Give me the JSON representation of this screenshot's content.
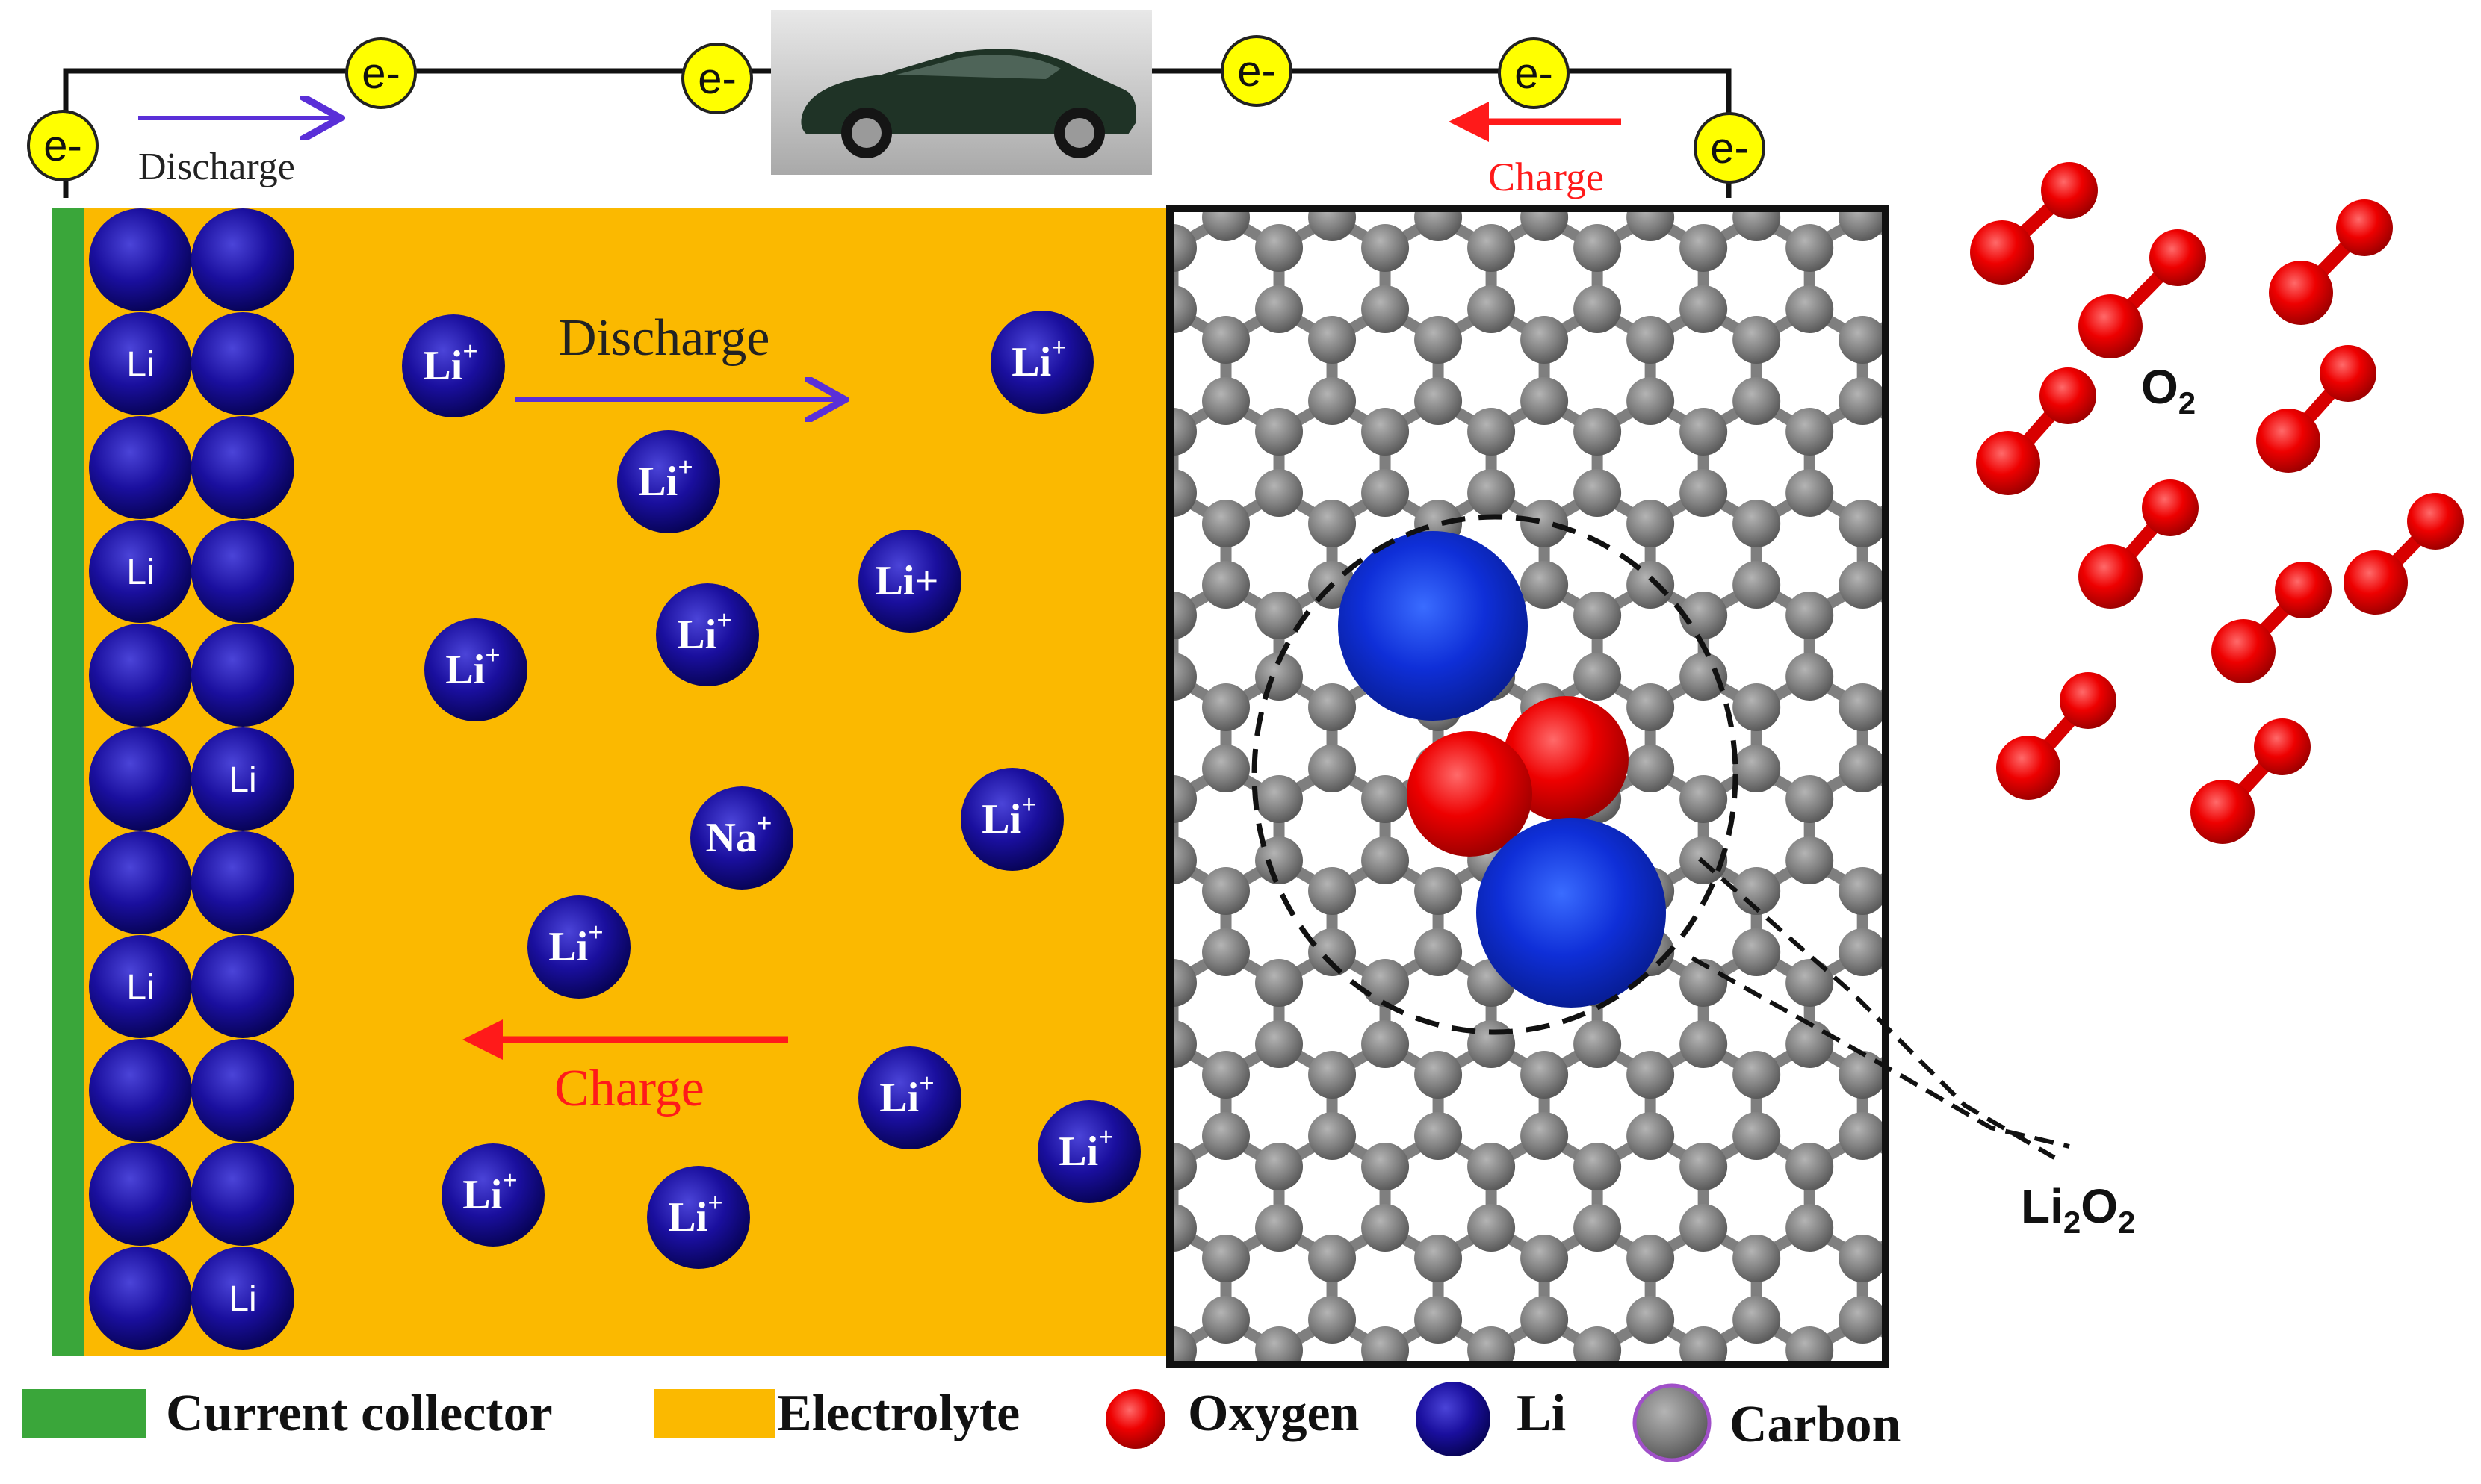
{
  "colors": {
    "current_collector": "#3aa63a",
    "electrolyte": "#fbb900",
    "electron": "#ffff00",
    "li_ball": "#1a0f9e",
    "li_big": "#0f2fd8",
    "oxygen": "#ee0000",
    "carbon": "#808080",
    "discharge_arrow": "#5a2fd8",
    "charge_arrow": "#ff1a1a"
  },
  "circuit": {
    "electron_label": "e-",
    "discharge_label": "Discharge",
    "charge_label": "Charge",
    "car_icon": "electric-car-icon"
  },
  "electrolyte_panel": {
    "discharge_label": "Discharge",
    "charge_label": "Charge",
    "anode_li_label": "Li",
    "ions": [
      {
        "text": "Li",
        "sup": "+"
      },
      {
        "text": "Li",
        "sup": "+"
      },
      {
        "text": "Li",
        "sup": "+"
      },
      {
        "text": "Li+",
        "sup": ""
      },
      {
        "text": "Li",
        "sup": "+"
      },
      {
        "text": "Li",
        "sup": "+"
      },
      {
        "text": "Na",
        "sup": "+"
      },
      {
        "text": "Li",
        "sup": "+"
      },
      {
        "text": "Li",
        "sup": "+"
      },
      {
        "text": "Li",
        "sup": "+"
      },
      {
        "text": "Li",
        "sup": "+"
      },
      {
        "text": "Li",
        "sup": "+"
      },
      {
        "text": "Li",
        "sup": "+"
      }
    ]
  },
  "cathode_panel": {
    "product_label": {
      "main": "Li",
      "sub1": "2",
      "mid": "O",
      "sub2": "2"
    }
  },
  "gas": {
    "label": {
      "main": "O",
      "sub": "2"
    }
  },
  "legend": [
    {
      "label": "Current collector",
      "icon": "green-square-icon"
    },
    {
      "label": "Electrolyte",
      "icon": "orange-square-icon"
    },
    {
      "label": "Oxygen",
      "icon": "red-sphere-icon"
    },
    {
      "label": "Li",
      "icon": "blue-sphere-icon"
    },
    {
      "label": "Carbon",
      "icon": "gray-sphere-icon"
    }
  ]
}
